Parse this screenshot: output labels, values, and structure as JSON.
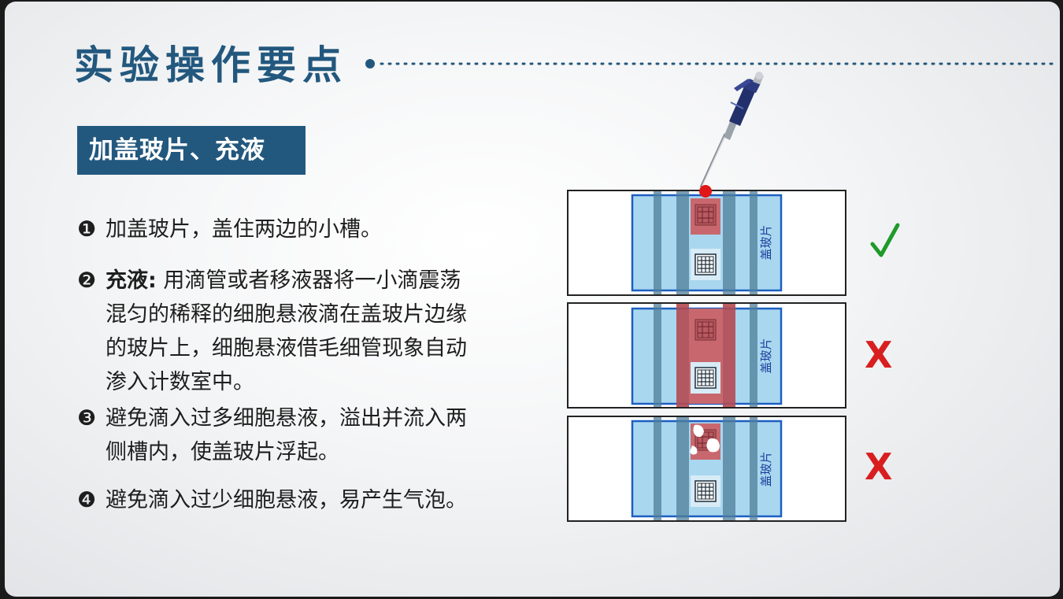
{
  "title": "实验操作要点",
  "section_label": "加盖玻片、充液",
  "steps": [
    {
      "num": "❶",
      "text": "加盖玻片，盖住两边的小槽。"
    },
    {
      "num": "❷",
      "bold": "充液:",
      "lines": [
        "用滴管或者移液器将一小滴震荡",
        "混匀的稀释的细胞悬液滴在盖玻片边缘",
        "的玻片上，细胞悬液借毛细管现象自动",
        "渗入计数室中。"
      ]
    },
    {
      "num": "❸",
      "lines": [
        "避免滴入过多细胞悬液，溢出并流入两",
        "侧槽内，使盖玻片浮起。"
      ]
    },
    {
      "num": "❹",
      "text": "避免滴入过少细胞悬液，易产生气泡。"
    }
  ],
  "diagram": {
    "coverslip_label": "盖玻片",
    "results": [
      "✓",
      "X",
      "X"
    ]
  },
  "colors": {
    "accent": "#23587e",
    "wrong": "#d81e1e",
    "correct": "#1f9a2a",
    "coverslip": "#a9d7ef",
    "liquid": "#c8686e"
  }
}
